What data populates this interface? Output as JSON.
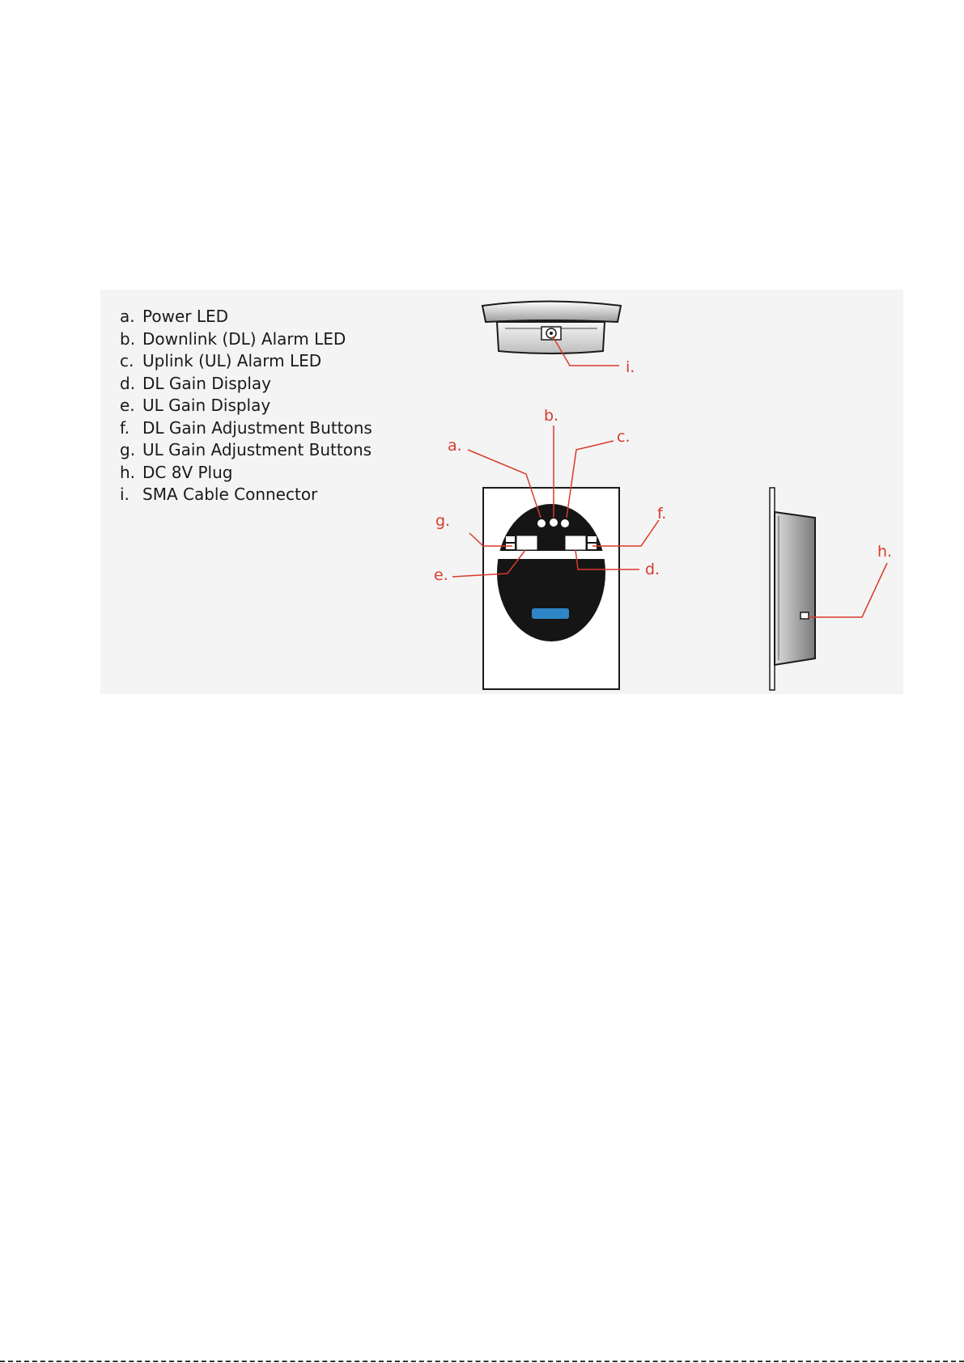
{
  "legend": [
    {
      "key": "a.",
      "label": "Power LED"
    },
    {
      "key": "b.",
      "label": "Downlink (DL) Alarm LED"
    },
    {
      "key": "c.",
      "label": "Uplink (UL) Alarm LED"
    },
    {
      "key": "d.",
      "label": "DL Gain Display"
    },
    {
      "key": "e.",
      "label": "UL Gain Display"
    },
    {
      "key": "f.",
      "label": "DL Gain Adjustment Buttons"
    },
    {
      "key": "g.",
      "label": "UL Gain Adjustment Buttons"
    },
    {
      "key": "h.",
      "label": "DC 8V Plug"
    },
    {
      "key": "i.",
      "label": "SMA Cable Connector"
    }
  ],
  "callouts": {
    "a": "a.",
    "b": "b.",
    "c": "c.",
    "d": "d.",
    "e": "e.",
    "f": "f.",
    "g": "g.",
    "h": "h.",
    "i": "i."
  },
  "colors": {
    "callout": "#d93a2b",
    "background": "#f4f4f4",
    "outline": "#1a1a1a"
  }
}
